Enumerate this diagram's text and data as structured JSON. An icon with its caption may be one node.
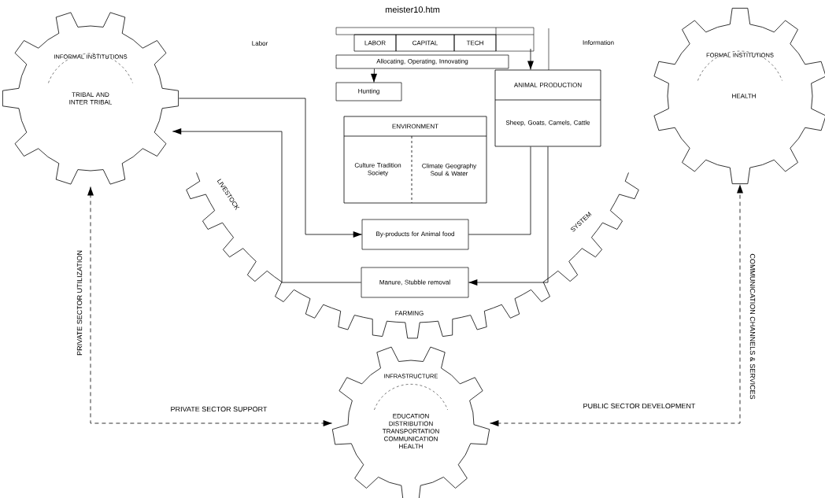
{
  "diagram": {
    "nodes": [
      {
        "text": [
          "INFORMAL INSTITUTIONS",
          "TRIBAL AND INTER TRIBAL"
        ]
      },
      {
        "text": [
          "FORMAL INSTITUTIONS",
          "HEALTH"
        ]
      },
      {
        "text": [
          "INFRASTRUCTURE",
          "EDUCATION DISTRIBUTION TRANSPORTATION COMMUNICATION HEALTH"
        ]
      },
      {
        "text": [
          "LABOR"
        ]
      },
      {
        "text": [
          "CAPITAL"
        ]
      },
      {
        "text": [
          "TECH"
        ]
      },
      {
        "text": [
          "Allocating, Operating, Innovating"
        ]
      },
      {
        "text": [
          "Hunting"
        ]
      },
      {
        "text": [
          "ENVIRONMENT",
          "Culture Tradition Society",
          "Climate Geography Soul & Water"
        ]
      },
      {
        "text": [
          "ANIMAL PRODUCTION",
          "Sheep, Goats, Camels, Cattle"
        ]
      },
      {
        "text": [
          "By-products for Animal food"
        ]
      },
      {
        "text": [
          "Manure, Stubble removal"
        ]
      }
    ],
    "edges": [
      {
        "from": 0,
        "to": 2,
        "arrow": "both",
        "style": "dashed",
        "label": "PRIVATE SECTOR SUPPORT"
      },
      {
        "from": 2,
        "to": 1,
        "arrow": "both",
        "style": "dashed",
        "label": "PUBLIC SECTOR DEVELOPMENT"
      },
      {
        "from": 0,
        "to": 10,
        "arrow": "to"
      },
      {
        "from": 11,
        "to": 0,
        "arrow": "to"
      },
      {
        "from": 9,
        "to": 10,
        "arrow": "none"
      },
      {
        "from": 9,
        "to": 11,
        "arrow": "to"
      },
      {
        "from": 6,
        "to": 7,
        "arrow": "to"
      },
      {
        "from": null,
        "to": 9,
        "arrow": "to"
      }
    ],
    "labels": [
      "meister10.htm",
      "Labor",
      "Information",
      "LIVESTOCK",
      "SYSTEM",
      "FARMING",
      "PRIVATE SECTOR UTILIZATION",
      "COMMUNICATION CHANNELS & SERVICES"
    ]
  }
}
